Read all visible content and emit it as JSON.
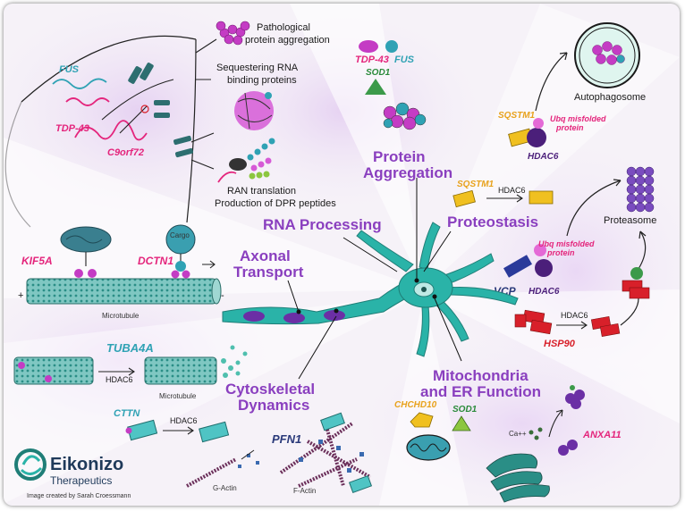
{
  "sections": {
    "rna_processing": "RNA Processing",
    "protein_aggregation_1": "Protein",
    "protein_aggregation_2": "Aggregation",
    "proteostasis": "Proteostasis",
    "axonal_transport_1": "Axonal",
    "axonal_transport_2": "Transport",
    "cytoskeletal_1": "Cytoskeletal",
    "cytoskeletal_2": "Dynamics",
    "mito_1": "Mitochondria",
    "mito_2": "and ER Function"
  },
  "rna": {
    "fus": "FUS",
    "tdp43": "TDP-43",
    "c9orf72": "C9orf72",
    "path_agg_1": "Pathological",
    "path_agg_2": "protein aggregation",
    "seq_1": "Sequestering RNA",
    "seq_2": "binding proteins",
    "ran_1": "RAN translation",
    "ran_2": "Production of DPR peptides"
  },
  "aggregation": {
    "tdp43": "TDP-43",
    "fus": "FUS",
    "sod1": "SOD1"
  },
  "proteostasis": {
    "sqstm1_a": "SQSTM1",
    "ubq_a_1": "Ubq misfolded",
    "ubq_a_2": "protein",
    "hdac6_a": "HDAC6",
    "autophagosome": "Autophagosome",
    "sqstm1_b": "SQSTM1",
    "hdac6_b": "HDAC6",
    "proteasome": "Proteasome",
    "ubq_b_1": "Ubq misfolded",
    "ubq_b_2": "protein",
    "vcp": "VCP",
    "hdac6_c": "HDAC6",
    "hdac6_d": "HDAC6",
    "hsp90": "HSP90"
  },
  "transport": {
    "kif5a": "KIF5A",
    "dctn1": "DCTN1",
    "cargo": "Cargo",
    "microtubule": "Microtubule",
    "plus": "+",
    "minus": "-"
  },
  "cytoskeletal": {
    "tuba4a": "TUBA4A",
    "hdac6_a": "HDAC6",
    "microtubule": "Microtubule",
    "cttn": "CTTN",
    "hdac6_b": "HDAC6",
    "pfn1": "PFN1",
    "gactin": "G-Actin",
    "factin": "F-Actin"
  },
  "mito": {
    "chchd10": "CHCHD10",
    "sod1": "SOD1",
    "ca": "Ca++",
    "anxa11": "ANXA11"
  },
  "logo": {
    "name_1": "Eikonizo",
    "name_2": "Therapeutics",
    "credit": "Image created by Sarah Croessmann"
  },
  "colors": {
    "purple": "#8a3fbf",
    "teal": "#2fa2b4",
    "pink": "#e4257c",
    "neuron": "#2ab3a8",
    "red": "#d8202a",
    "gold": "#f0c020"
  }
}
